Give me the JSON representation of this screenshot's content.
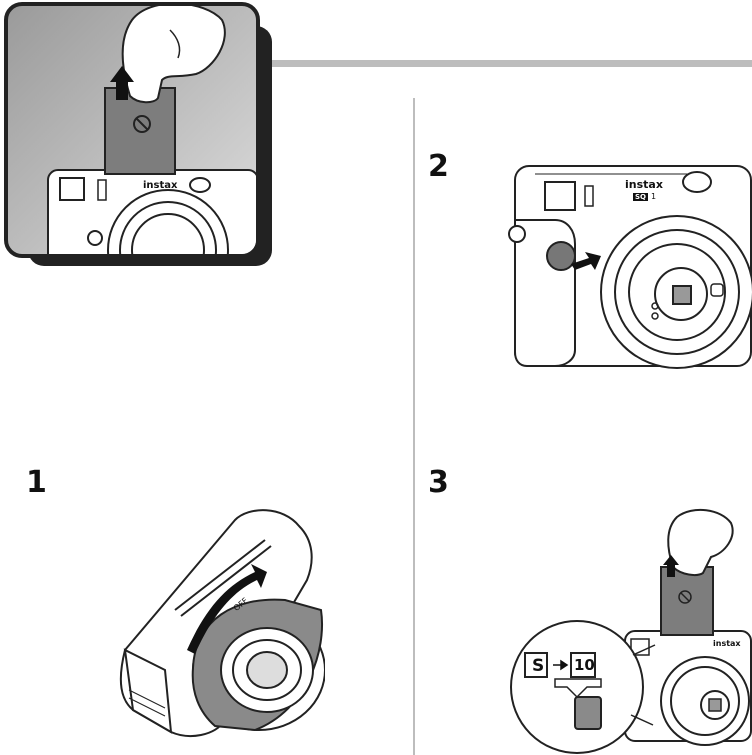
{
  "steps": [
    {
      "number": "1"
    },
    {
      "number": "2"
    },
    {
      "number": "3"
    }
  ],
  "camera_brand": "instax",
  "camera_model_badge": "SQ",
  "camera_model_num": "1",
  "lens_ring_label": "OFF",
  "counter": {
    "from": "S",
    "to": "10"
  }
}
